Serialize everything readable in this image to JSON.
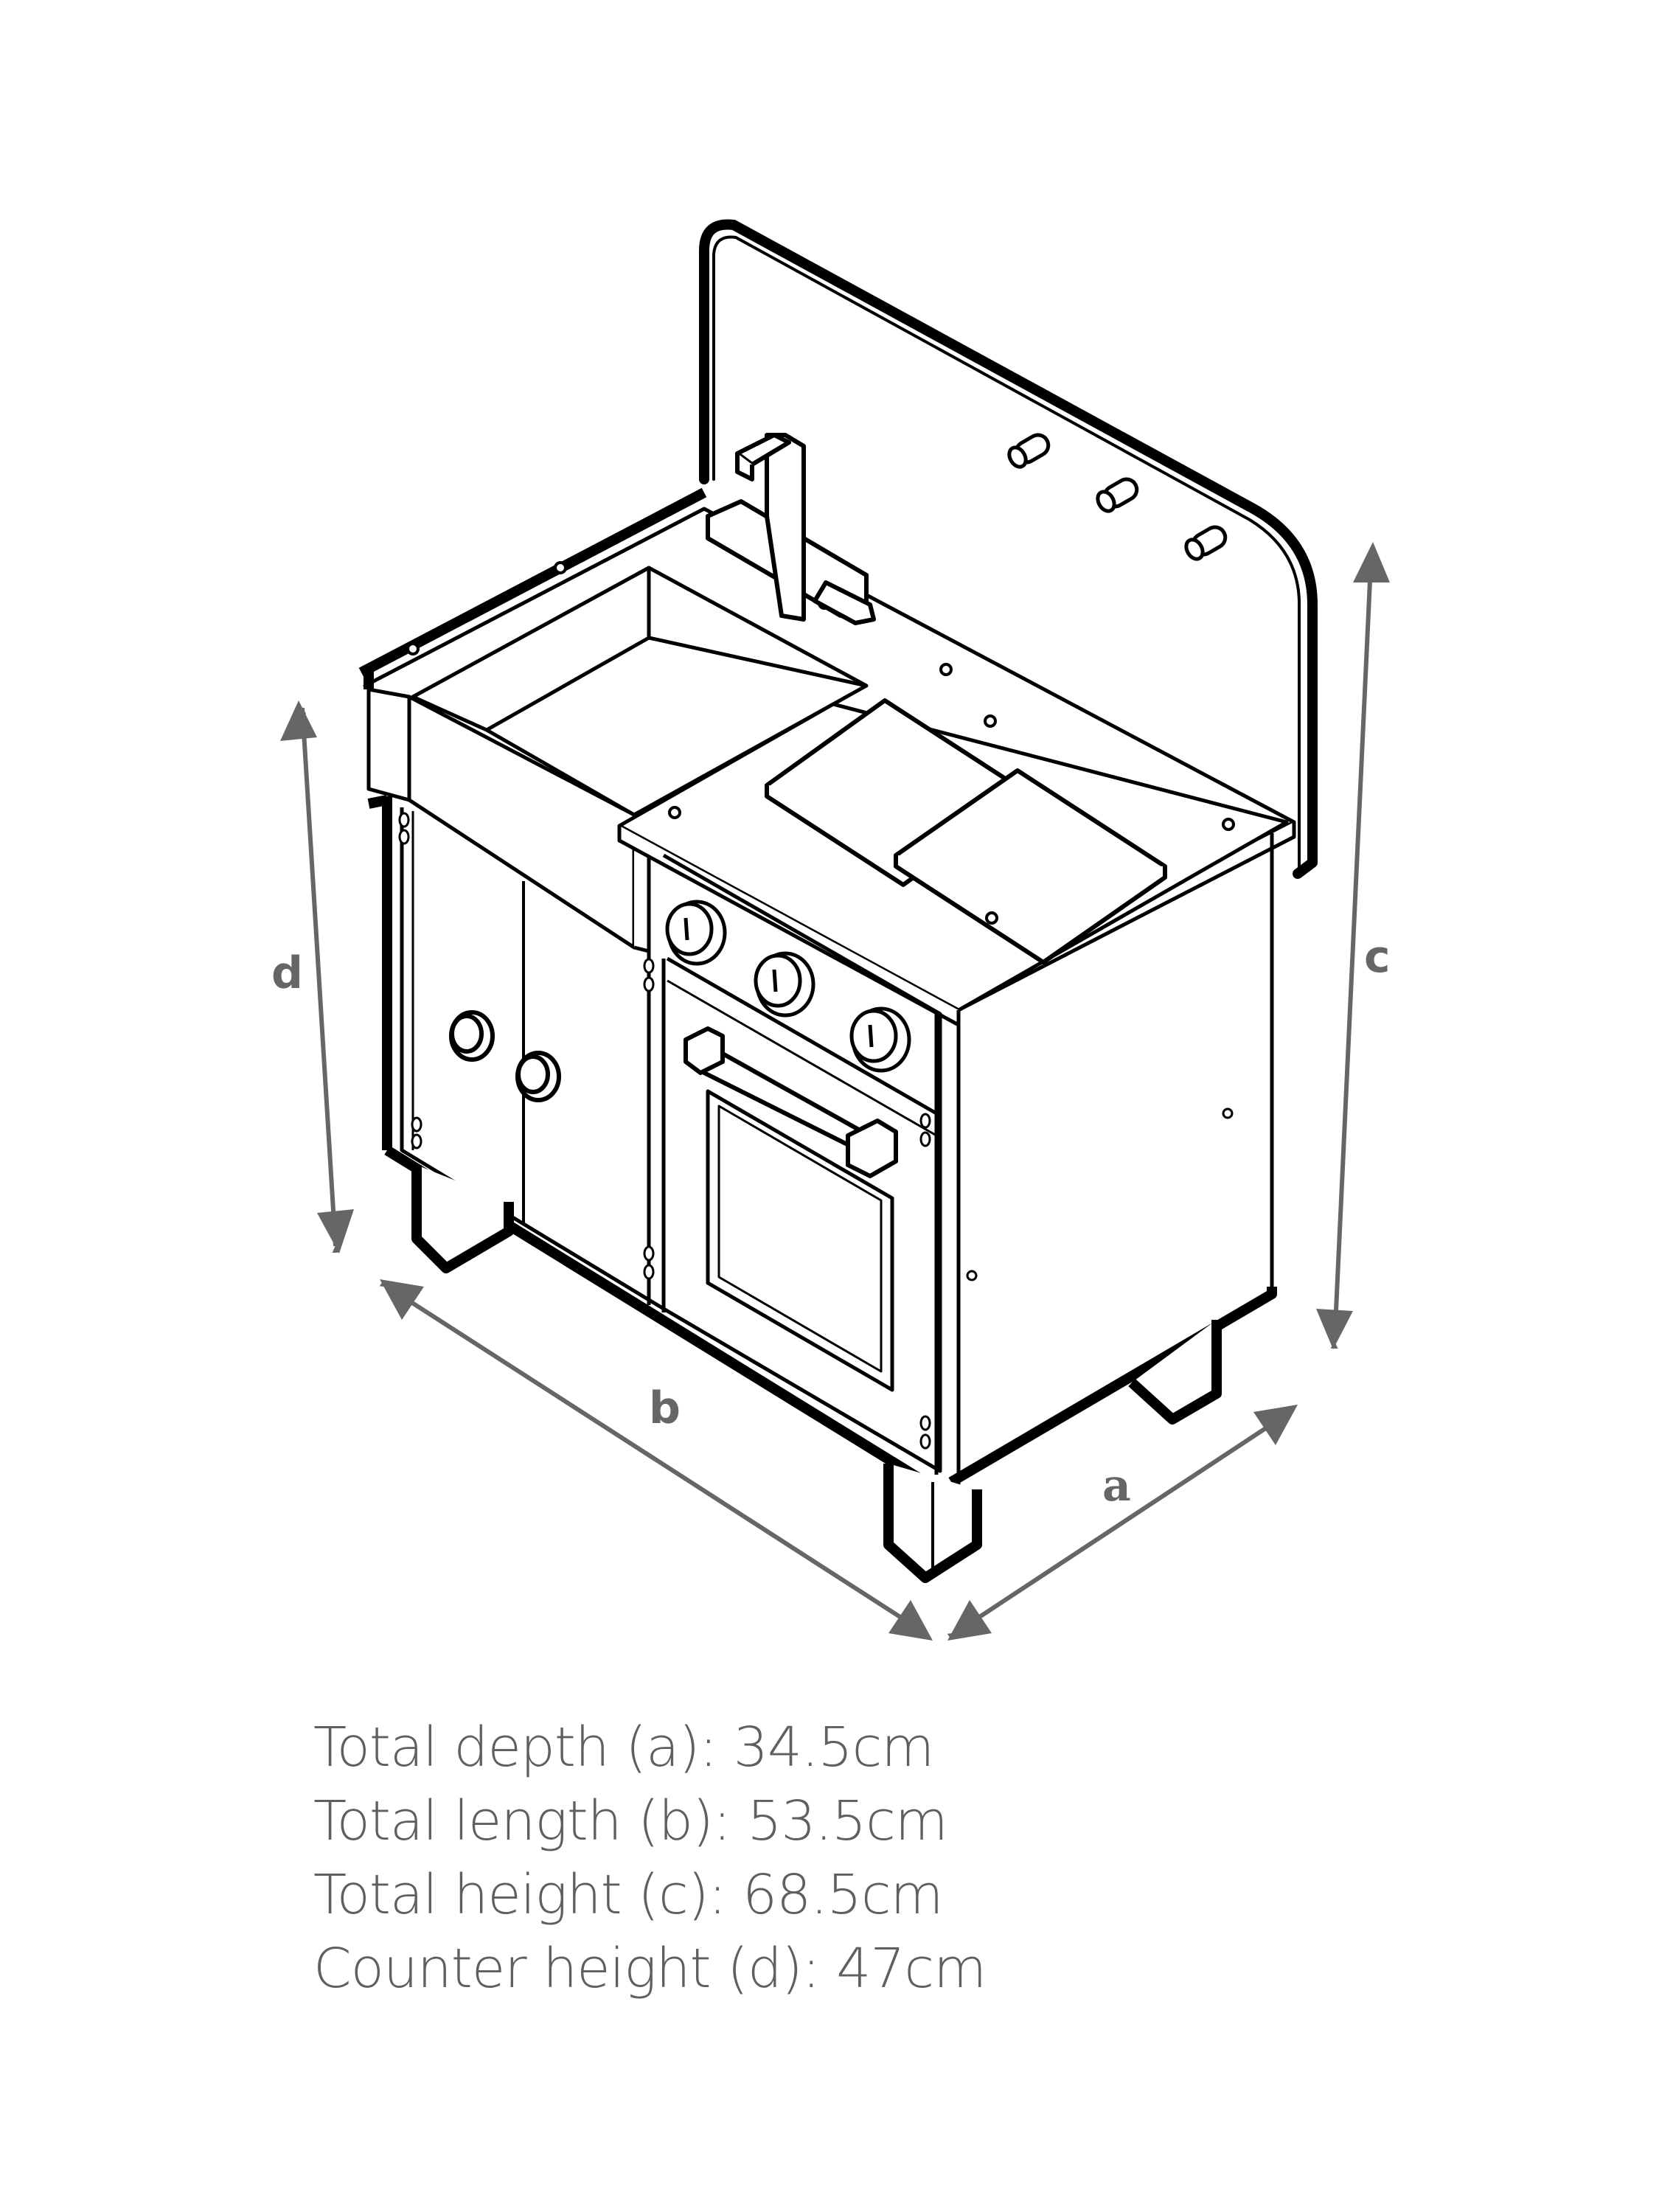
{
  "diagram": {
    "subject": "toy kitchen with sink, faucet, two hob plates, three knobs, oven door and two-door cupboard",
    "line_color": "#000000",
    "dimension_color": "#666666",
    "labels": {
      "a": "a",
      "b": "b",
      "c": "c",
      "d": "d"
    }
  },
  "specs": [
    {
      "label": "Total depth (a): 34.5cm",
      "name": "Total depth",
      "key": "a",
      "value": "34.5cm"
    },
    {
      "label": "Total length (b): 53.5cm",
      "name": "Total length",
      "key": "b",
      "value": "53.5cm"
    },
    {
      "label": "Total height (c): 68.5cm",
      "name": "Total height",
      "key": "c",
      "value": "68.5cm"
    },
    {
      "label": "Counter height (d): 47cm",
      "name": "Counter height",
      "key": "d",
      "value": "47cm"
    }
  ],
  "colors": {
    "spec_text": "#5f5f5f",
    "dimension_arrows": "#666666",
    "background": "#ffffff"
  }
}
